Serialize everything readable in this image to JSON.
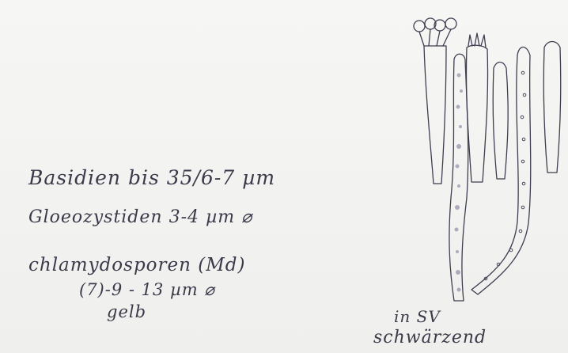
{
  "notes": {
    "line1": "Basidien bis 35/6-7 µm",
    "line2": "Gloeozystiden 3-4 µm ⌀",
    "line3": "chlamydosporen (Md)",
    "line4": "(7)-9 - 13 µm ⌀",
    "line5": "gelb"
  },
  "labels": {
    "line1": "in SV",
    "line2": "schwärzend"
  },
  "colors": {
    "ink": "#3e3e50",
    "pigment": "#7a6e94",
    "paper": "#f3f3f1"
  }
}
